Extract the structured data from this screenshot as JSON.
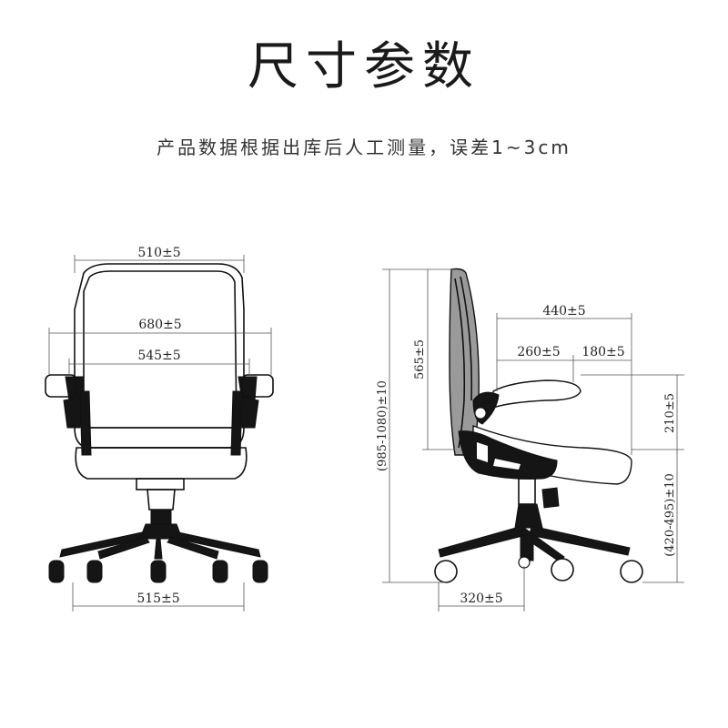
{
  "title": "尺寸参数",
  "subtitle": "产品数据根据出库后人工测量，误差1~3cm",
  "front_view": {
    "back_width": "510±5",
    "armrest_span": "680±5",
    "seat_width": "545±5",
    "base_width": "515±5"
  },
  "side_view": {
    "overall_height": "(985-1080)±10",
    "backrest_height": "565±5",
    "seat_depth": "440±5",
    "armrest_front": "260±5",
    "armrest_back": "180±5",
    "armrest_height": "210±5",
    "seat_height": "(420-495)±10",
    "base_depth": "320±5"
  }
}
